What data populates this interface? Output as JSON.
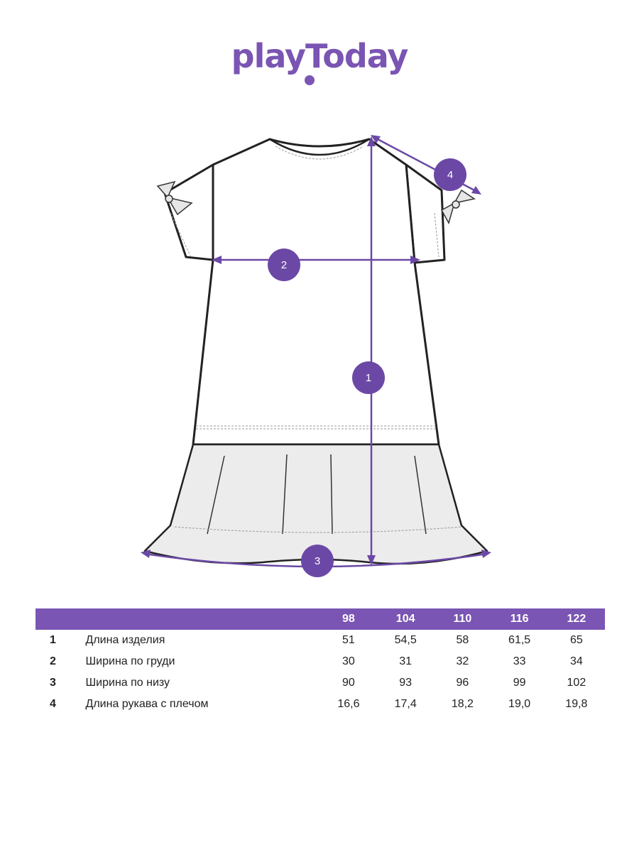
{
  "brand": {
    "logo_text": "playToday",
    "accent": "#7a55b3"
  },
  "markers": [
    "1",
    "2",
    "3",
    "4"
  ],
  "table": {
    "sizes": [
      "98",
      "104",
      "110",
      "116",
      "122"
    ],
    "rows": [
      {
        "num": "1",
        "name": "Длина изделия",
        "values": [
          "51",
          "54,5",
          "58",
          "61,5",
          "65"
        ]
      },
      {
        "num": "2",
        "name": "Ширина по груди",
        "values": [
          "30",
          "31",
          "32",
          "33",
          "34"
        ]
      },
      {
        "num": "3",
        "name": "Ширина по низу",
        "values": [
          "90",
          "93",
          "96",
          "99",
          "102"
        ]
      },
      {
        "num": "4",
        "name": "Длина рукава с плечом",
        "values": [
          "16,6",
          "17,4",
          "18,2",
          "19,0",
          "19,8"
        ]
      }
    ]
  }
}
